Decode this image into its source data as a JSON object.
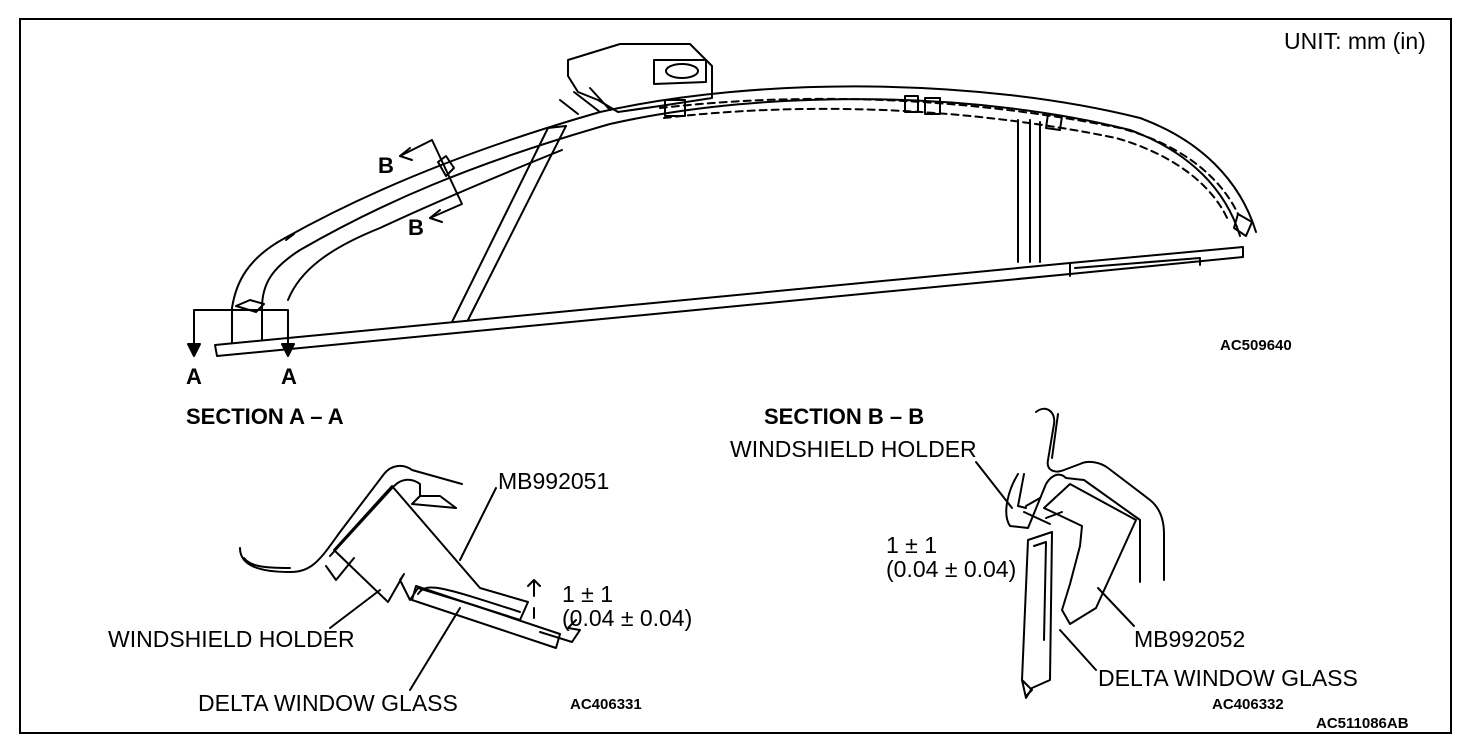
{
  "unit": "UNIT: mm (in)",
  "codes": {
    "overview": "AC509640",
    "section_a": "AC406331",
    "section_b": "AC406332",
    "page": "AC511086AB"
  },
  "cut_labels": {
    "b_upper": "B",
    "b_lower": "B",
    "a_left": "A",
    "a_right": "A"
  },
  "section_a": {
    "title": "SECTION A – A",
    "tool": "MB992051",
    "clearance": "1 ± 1",
    "clearance_in": "(0.04 ± 0.04)",
    "holder": "WINDSHIELD HOLDER",
    "glass": "DELTA WINDOW GLASS"
  },
  "section_b": {
    "title": "SECTION B – B",
    "holder": "WINDSHIELD HOLDER",
    "clearance": "1 ± 1",
    "clearance_in": "(0.04 ± 0.04)",
    "tool": "MB992052",
    "glass": "DELTA WINDOW GLASS"
  }
}
